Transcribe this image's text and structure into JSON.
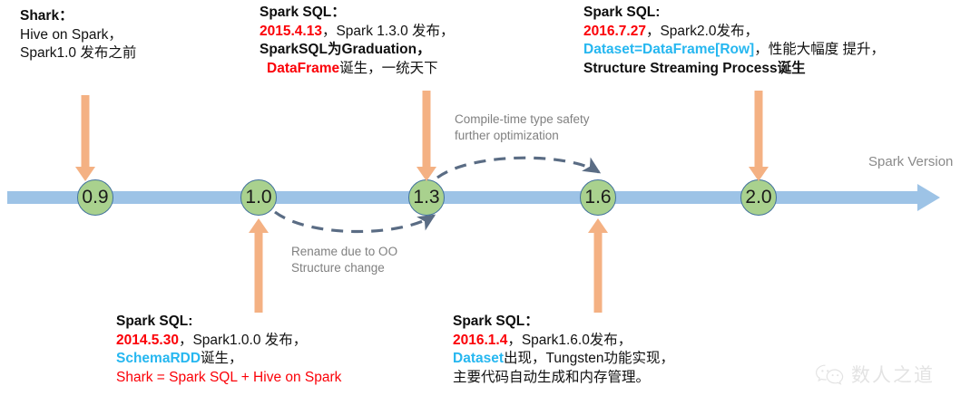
{
  "diagram": {
    "title": "Spark SQL / Spark Version Timeline",
    "axis_label": "Spark Version",
    "colors": {
      "axis": "#9dc3e6",
      "node_fill": "#a9d18e",
      "node_border": "#41719c",
      "arrow": "#f4b183",
      "dashed_curve": "#5a6c84",
      "red": "#fb0007",
      "cyan": "#26b7f0",
      "caption_gray": "#808080"
    }
  },
  "nodes": [
    {
      "label": "0.9"
    },
    {
      "label": "1.0"
    },
    {
      "label": "1.3"
    },
    {
      "label": "1.6"
    },
    {
      "label": "2.0"
    }
  ],
  "notes": {
    "shark": {
      "heading": "Shark：",
      "line1": "Hive on Spark，",
      "line2": "Spark1.0 发布之前"
    },
    "spark13": {
      "heading": "Spark SQL：",
      "date": "2015.4.13",
      "line2_rest": "，Spark 1.3.0 发布，",
      "line3": "SparkSQL为Graduation，",
      "line4_red": "DataFrame",
      "line4_rest": "诞生，一统天下"
    },
    "spark20": {
      "heading": "Spark SQL:",
      "date": "2016.7.27",
      "line2_rest": "，Spark2.0发布，",
      "line3_cyan": "Dataset=DataFrame[Row]",
      "line3_rest": "，性能大幅度 提升，",
      "line4": "Structure Streaming Process诞生"
    },
    "spark10": {
      "heading": "Spark SQL:",
      "date": "2014.5.30",
      "line2_rest": "，Spark1.0.0 发布，",
      "line3_cyan": "SchemaRDD",
      "line3_rest": "诞生，",
      "line4": "Shark = Spark SQL + Hive on Spark"
    },
    "spark16": {
      "heading": "Spark SQL：",
      "date": "2016.1.4",
      "line2_rest": "，Spark1.6.0发布，",
      "line3_cyan": "Dataset",
      "line3_rest": "出现，Tungsten功能实现，",
      "line4": "主要代码自动生成和内存管理。"
    }
  },
  "captions": {
    "compile_time": {
      "line1": "Compile-time type safety",
      "line2": "further optimization"
    },
    "rename": {
      "line1": "Rename due to OO",
      "line2": "Structure change"
    }
  },
  "watermark": {
    "text": "数人之道",
    "icon": "wechat-icon"
  }
}
